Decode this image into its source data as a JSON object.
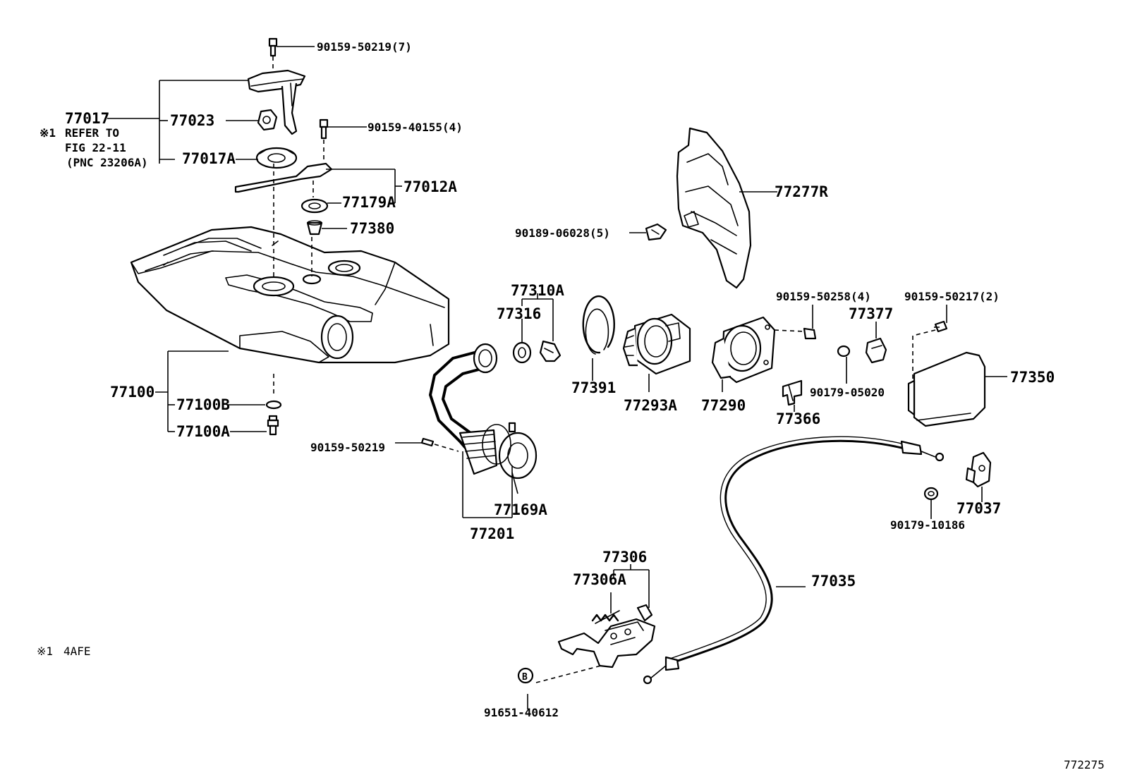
{
  "figure_id": "772275",
  "footnote": {
    "mark": "※1",
    "text": "4AFE"
  },
  "refer_note": {
    "mark": "※1",
    "line1": "REFER TO",
    "line2": "FIG 22-11",
    "line3": "(PNC 23206A)"
  },
  "labels": {
    "p90159_50219_7": "90159-50219(7)",
    "p77017": "77017",
    "p77023": "77023",
    "p90159_40155_4": "90159-40155(4)",
    "p77017A": "77017A",
    "p77012A": "77012A",
    "p77179A": "77179A",
    "p77380": "77380",
    "p77277R": "77277R",
    "p90189_06028_5": "90189-06028(5)",
    "p77310A": "77310A",
    "p77316": "77316",
    "p90159_50258_4": "90159-50258(4)",
    "p90159_50217_2": "90159-50217(2)",
    "p77377": "77377",
    "p77100": "77100",
    "p77100B": "77100B",
    "p77100A": "77100A",
    "p77391": "77391",
    "p77293A": "77293A",
    "p77290": "77290",
    "p90179_05020": "90179-05020",
    "p77350": "77350",
    "p77366": "77366",
    "p90159_50219": "90159-50219",
    "p77169A": "77169A",
    "p77201": "77201",
    "p77037": "77037",
    "p90179_10186": "90179-10186",
    "p77306": "77306",
    "p77306A": "77306A",
    "p77035": "77035",
    "p91651_40612": "91651-40612",
    "circle_B": "B"
  }
}
